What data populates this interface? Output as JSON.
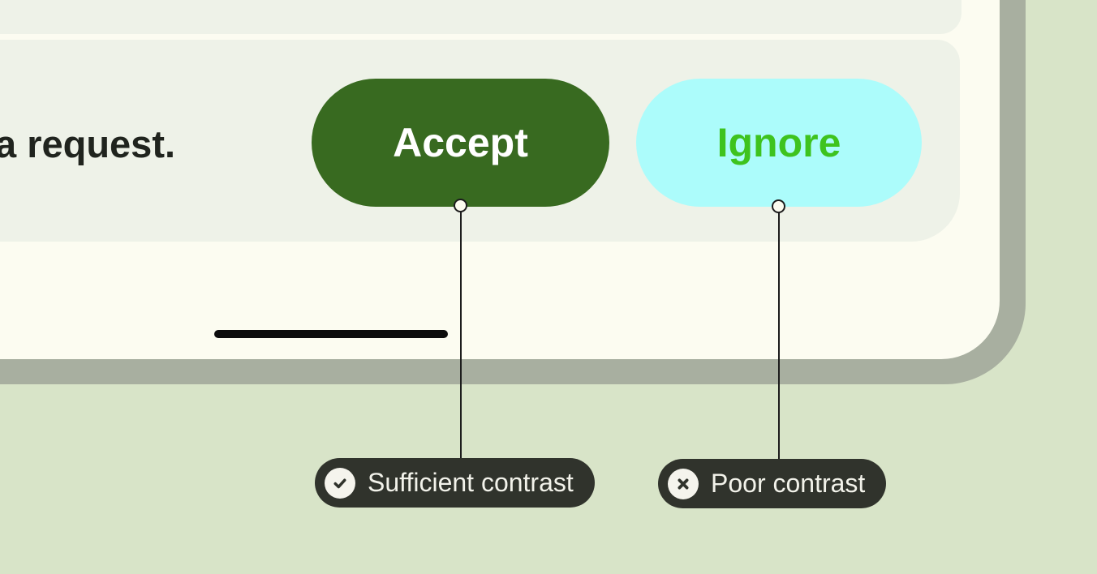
{
  "page": {
    "background_color": "#D8E4C8",
    "description_fragment_visible": true
  },
  "device": {
    "frame_color": "#A8AFA0",
    "screen_color": "#FCFCF1",
    "home_indicator_color": "#0D0D0D"
  },
  "notification_card": {
    "background_color": "#EEF2E8",
    "message_fragment": "a request.",
    "message_color": "#20241E",
    "buttons": [
      {
        "label": "Accept",
        "background_color": "#386A20",
        "text_color": "#FFFFFF"
      },
      {
        "label": "Ignore",
        "background_color": "#ACFCFB",
        "text_color": "#3EC31E"
      }
    ]
  },
  "annotations": {
    "pill_background_color": "#30332C",
    "text_color": "#F2F2EA",
    "icon_circle_color": "#F5F4ED",
    "icon_glyph_color": "#30332C",
    "connector_color": "#1C1C1C",
    "items": [
      {
        "label": "Sufficient contrast",
        "icon": "check-icon",
        "target_button": "Accept"
      },
      {
        "label": "Poor contrast",
        "icon": "x-icon",
        "target_button": "Ignore"
      }
    ]
  }
}
